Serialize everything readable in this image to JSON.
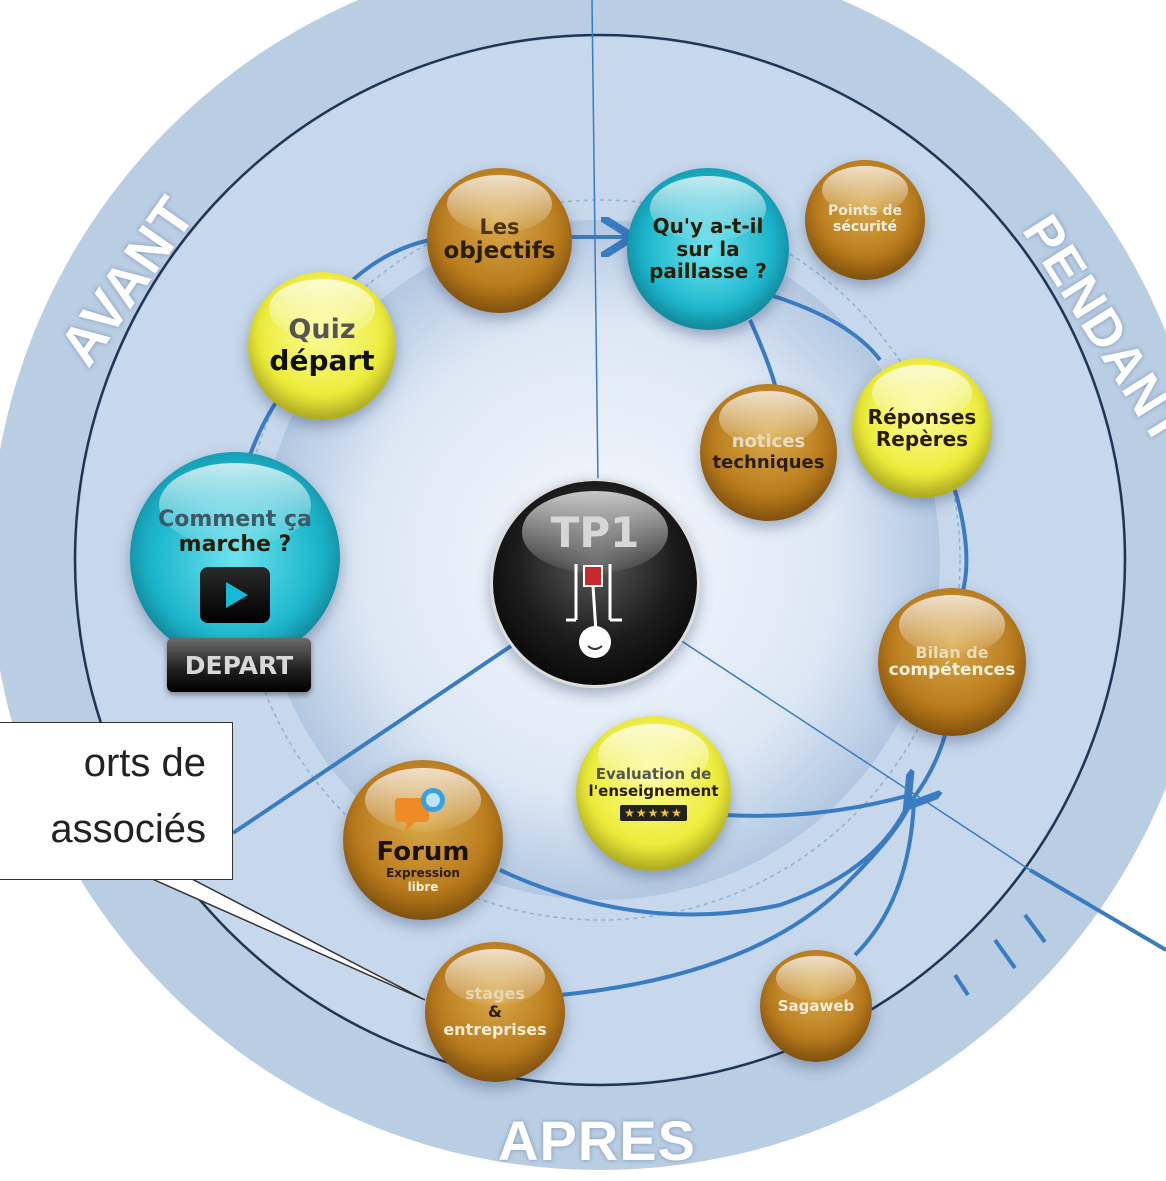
{
  "sectors": {
    "before": "AVANT",
    "during": "PENDANT",
    "after": "APRES"
  },
  "center": {
    "title": "TP1"
  },
  "nodes": {
    "objectives": {
      "line1": "Les",
      "line2": "objectifs"
    },
    "bench": {
      "line1": "Qu'y a-t-il",
      "line2": "sur la",
      "line3": "paillasse ?"
    },
    "safety": {
      "line1": "Points de",
      "line2": "sécurité"
    },
    "quiz": {
      "line1": "Quiz",
      "line2": "départ"
    },
    "notices": {
      "line1": "notices",
      "line2": "techniques"
    },
    "answers": {
      "line1": "Réponses",
      "line2": "Repères"
    },
    "how_it_works": {
      "line1": "Comment ça",
      "line2": "marche ?"
    },
    "depart_button": "DEPART",
    "skills": {
      "line1": "Bilan de",
      "line2": "compétences"
    },
    "evaluation": {
      "line1": "Evaluation de",
      "line2": "l'enseignement",
      "stars": "★★★★★"
    },
    "forum": {
      "title": "Forum",
      "line1": "Expression",
      "line2": "libre"
    },
    "internships": {
      "line1": "stages",
      "line2": "&",
      "line3": "entreprises"
    },
    "sagaweb": {
      "label": "Sagaweb"
    }
  },
  "callout": {
    "line1": "orts de",
    "line2": "associés"
  },
  "colors": {
    "outer_ring": "#b9cde3",
    "inner_disc": "#dde8f5",
    "flow_line": "#3a7cc1",
    "gold": "#b87a1c",
    "yellow": "#ecec3a",
    "cyan": "#1cb6cc"
  },
  "icons": [
    "play-icon",
    "chat-bubble-icon",
    "rating-stars-icon",
    "engine-piston-icon"
  ]
}
